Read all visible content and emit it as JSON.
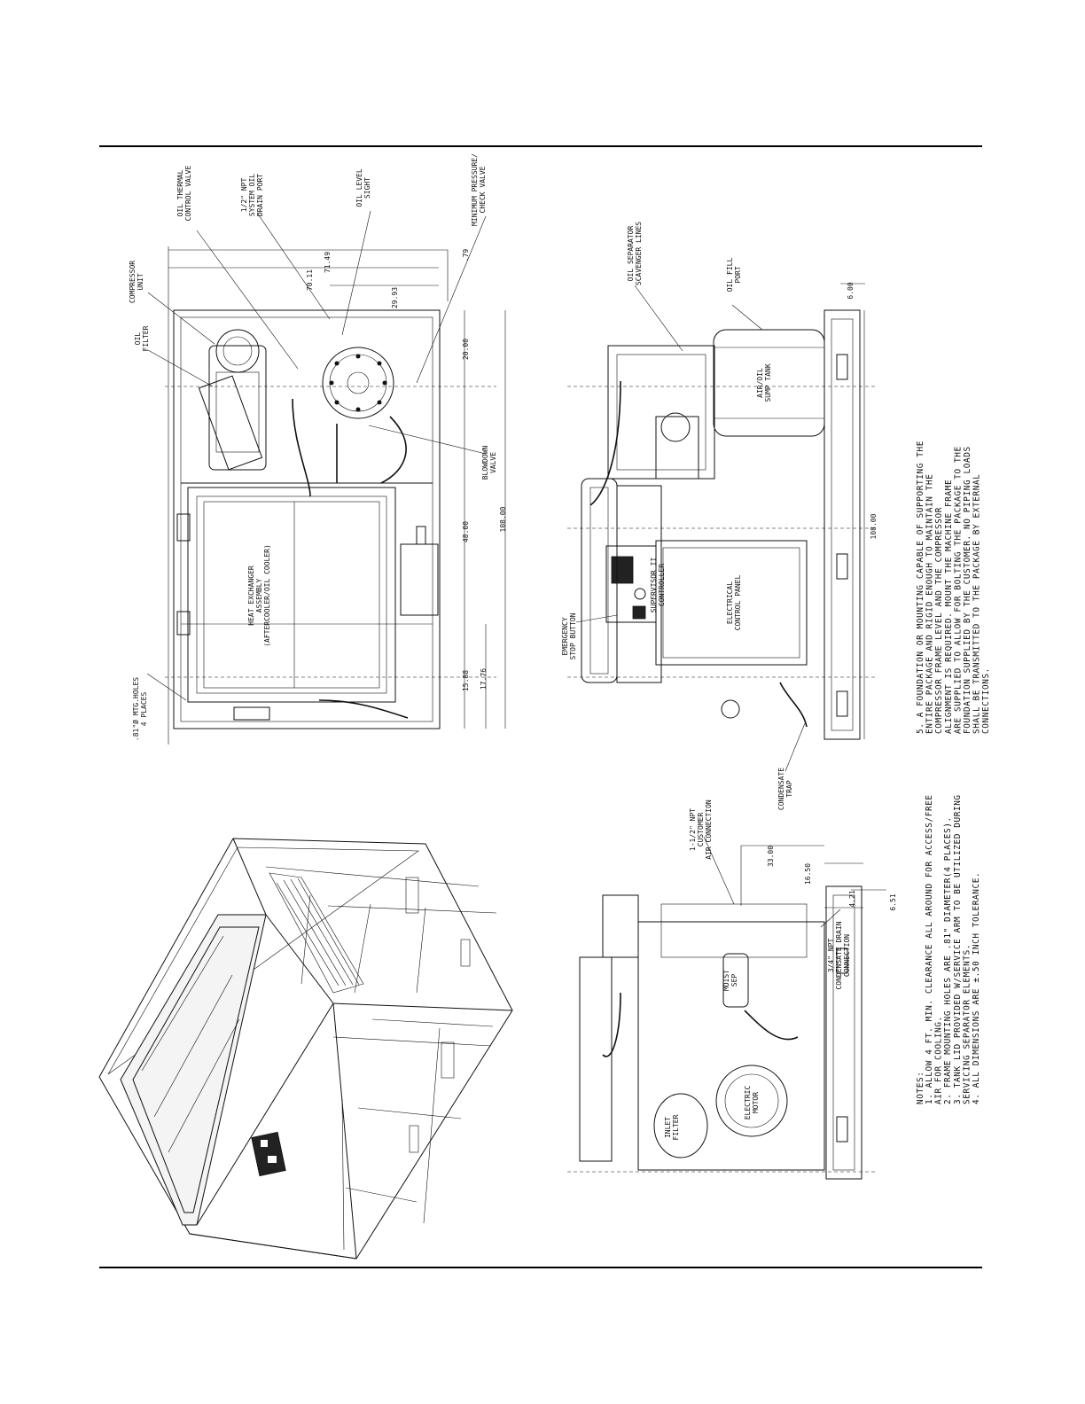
{
  "labels": {
    "compressor_unit": [
      "COMPRESSOR",
      "UNIT"
    ],
    "oil_filter": [
      "OIL",
      "FILTER"
    ],
    "oil_thermal_valve": [
      "OIL THERMAL",
      "CONTROL VALVE"
    ],
    "system_drain": [
      "1/2\" NPT",
      "SYSTEM OIL",
      "DRAIN PORT"
    ],
    "oil_level_sight": [
      "OIL LEVEL",
      "SIGHT"
    ],
    "min_pressure_valve": [
      "MINIMUM PRESSURE/",
      "CHECK VALVE"
    ],
    "mtg_holes": [
      ".81\"Ø MTG.HOLES",
      "4 PLACES"
    ],
    "blowdown_valve": [
      "BLOWDOWN",
      "VALVE"
    ],
    "heat_exchanger": [
      "HEAT EXCHANGER",
      "ASSEMBLY",
      "(AFTERCOOLER/OIL COOLER)"
    ],
    "oil_separator_lines": [
      "OIL SEPARATOR",
      "SCAVENGER LINES"
    ],
    "oil_fill_port": [
      "OIL FILL",
      "PORT"
    ],
    "air_oil_sump": [
      "AIR/OIL",
      "SUMP TANK"
    ],
    "emergency_stop": [
      "EMERGENCY",
      "STOP BUTTON"
    ],
    "supervisor_controller": [
      "SUPERVISOR II",
      "CONTROLLER"
    ],
    "electrical_panel": [
      "ELECTRICAL",
      "CONTROL PANEL"
    ],
    "condensate_trap": [
      "CONDENSATE",
      "TRAP"
    ],
    "customer_air": [
      "1-1/2\" NPT",
      "CUSTOMER",
      "AIR CONNECTION"
    ],
    "moist_sep": [
      "MOIST",
      "SEP"
    ],
    "condensate_drain": [
      "3/4\" NPT",
      "CONDENSATE DRAIN",
      "CONNECTION"
    ],
    "inlet_filter": [
      "INLET",
      "FILTER"
    ],
    "electric_motor": [
      "ELECTRIC",
      "MOTOR"
    ]
  },
  "dimensions": {
    "top_view": [
      "70.11",
      "71.49",
      "29.93",
      ".79",
      "20.00",
      "48.00",
      "108.00",
      "15.88",
      "17.76"
    ],
    "side_view": [
      "6.00",
      "108.00"
    ],
    "end_view": [
      "33.00",
      "16.50",
      "4.21",
      "6.51"
    ]
  },
  "notes": {
    "heading": "NOTES:",
    "items": [
      "1.  ALLOW 4 FT. MIN. CLEARANCE ALL AROUND FOR ACCESS/FREE",
      "    AIR FOR COOLING.",
      "2.  FRAME MOUNTING HOLES ARE .81\" DIAMETER(4 PLACES).",
      "3.  TANK LID PROVIDED W/SERVICE ARM TO BE UTILIZED DURING",
      "    SERVICING SEPARATOR ELEMENTS.",
      "4.  ALL DIMENSIONS ARE ±.50 INCH TOLERANCE."
    ],
    "item5": [
      "5.  A FOUNDATION OR MOUNTING CAPABLE OF SUPPORTING THE",
      "    ENTIRE PACKAGE AND RIGID ENOUGH TO MAINTAIN THE",
      "    COMPRESSOR FRAME LEVEL AND THE COMPRESSOR",
      "    ALIGNMENT IS REQUIRED. MOUNT THE MACHINE FRAME",
      "    ARE SUPPLIED TO ALLOW FOR BOLTING THE PACKAGE TO THE",
      "    FOUNDATION SUPPLIED BY THE CUSTOMER. NO PIPING LOADS",
      "    SHALL BE TRANSMITTED TO THE PACKAGE BY EXTERNAL",
      "    CONNECTIONS."
    ]
  }
}
